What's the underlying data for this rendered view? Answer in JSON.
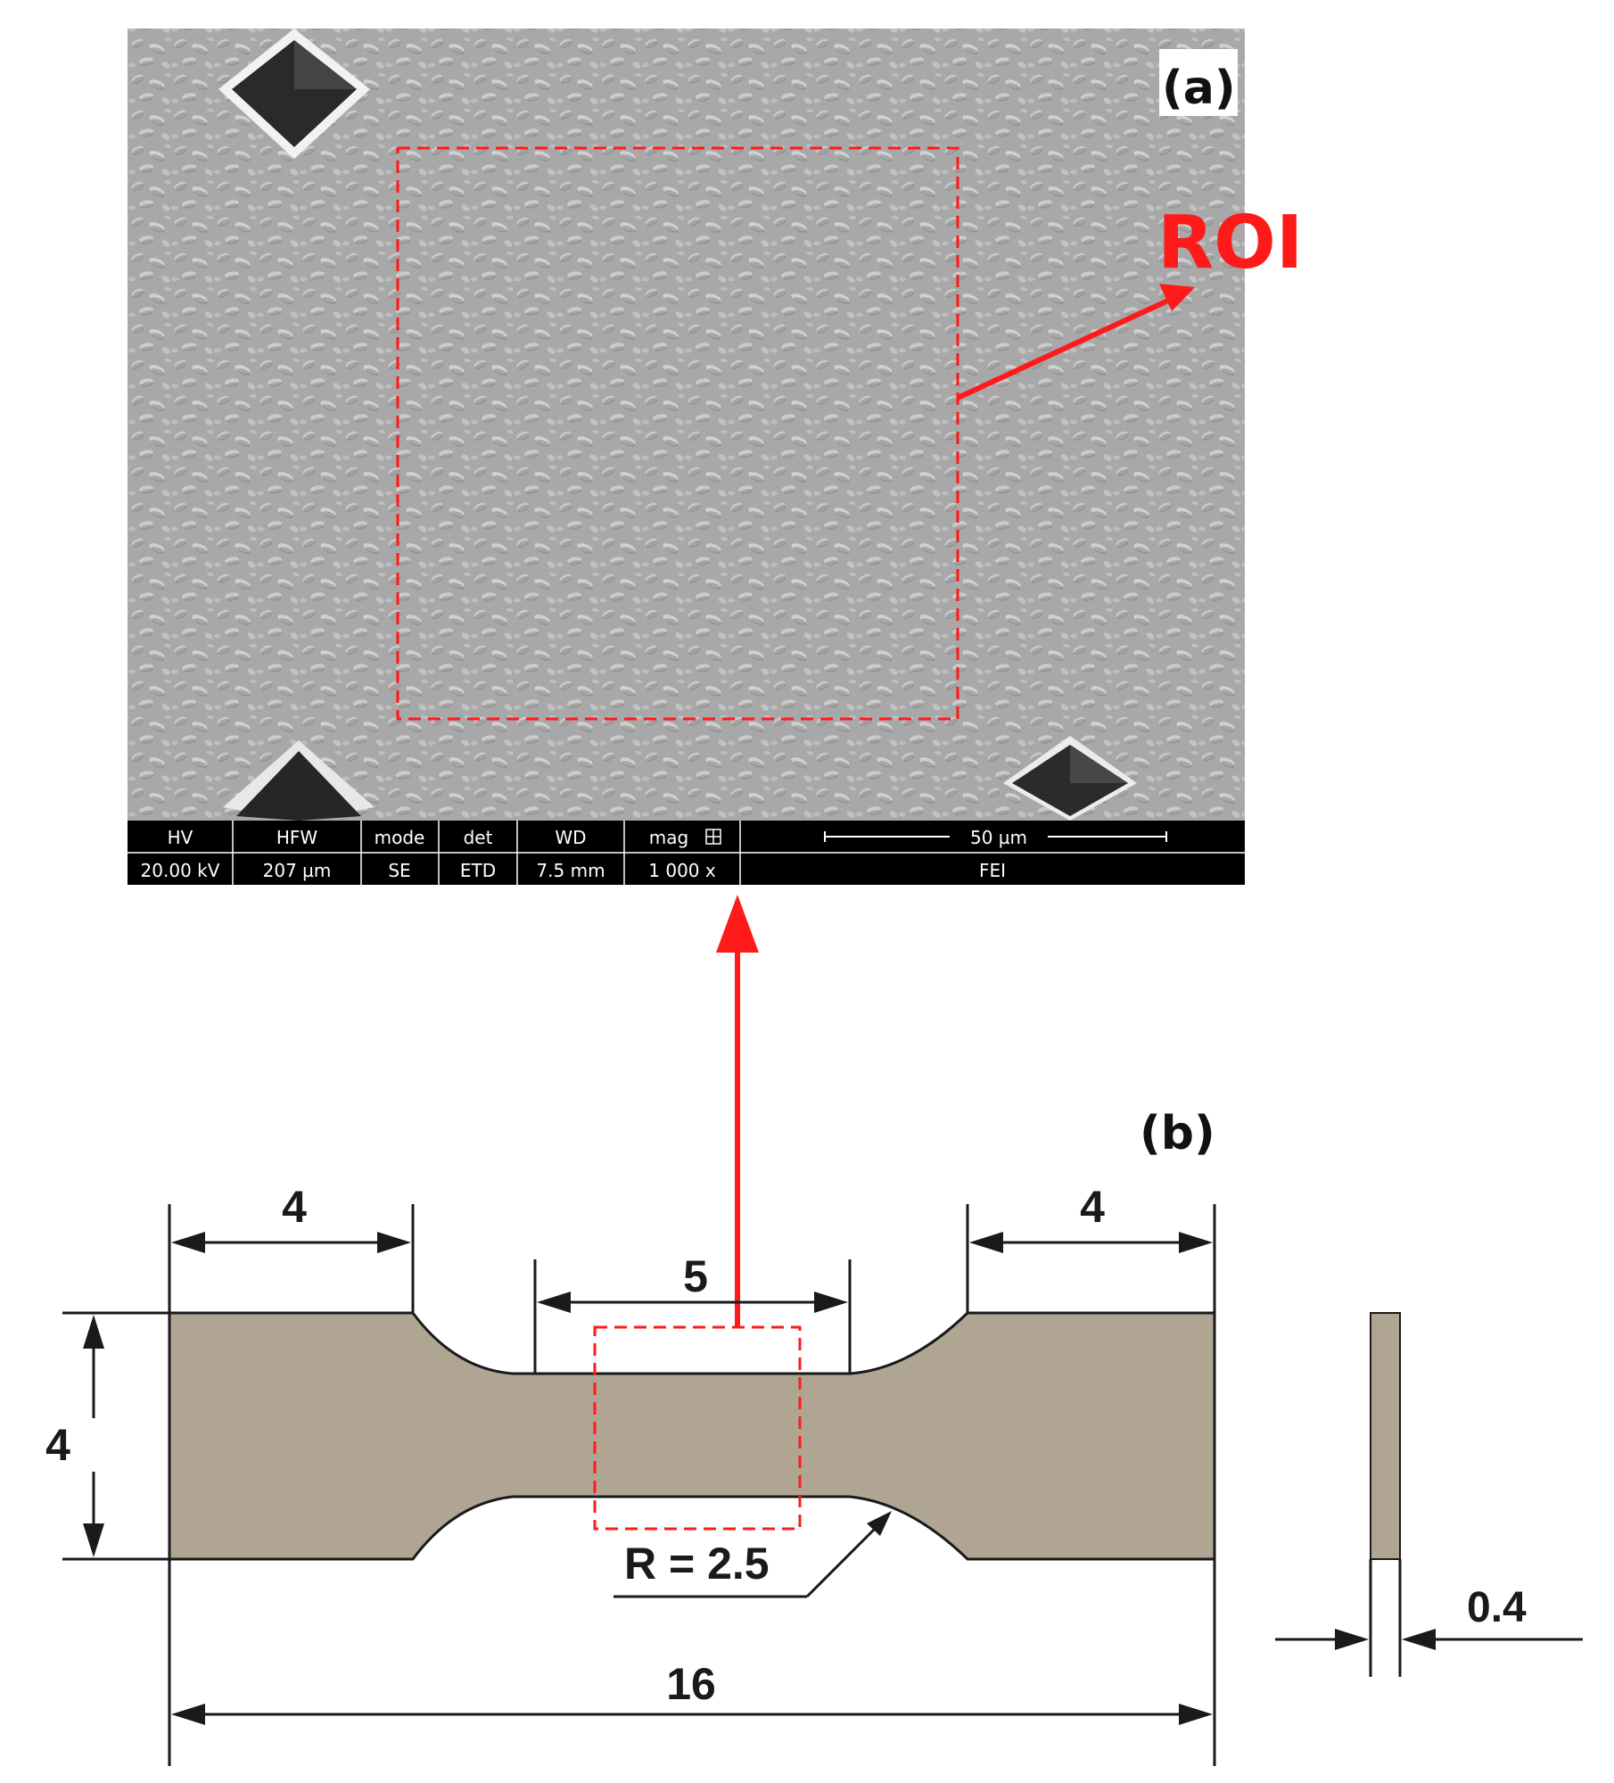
{
  "panel_a": {
    "label": "(a)",
    "roi_label": "ROI",
    "info_bar": {
      "headers": [
        "HV",
        "HFW",
        "mode",
        "det",
        "WD",
        "mag"
      ],
      "values": [
        "20.00 kV",
        "207 µm",
        "SE",
        "ETD",
        "7.5 mm",
        "1 000 x"
      ],
      "scale_label": "50 µm",
      "brand": "FEI"
    }
  },
  "panel_b": {
    "label": "(b)",
    "dims": {
      "left_grip": "4",
      "right_grip": "4",
      "gauge": "5",
      "height": "4",
      "radius": "R = 2.5",
      "total": "16",
      "thickness": "0.4"
    }
  },
  "colors": {
    "highlight": "#ff1a1a",
    "specimen_fill": "#b0a592",
    "sem_bg": "#a9a9a9",
    "info_bar_bg": "#000000"
  }
}
